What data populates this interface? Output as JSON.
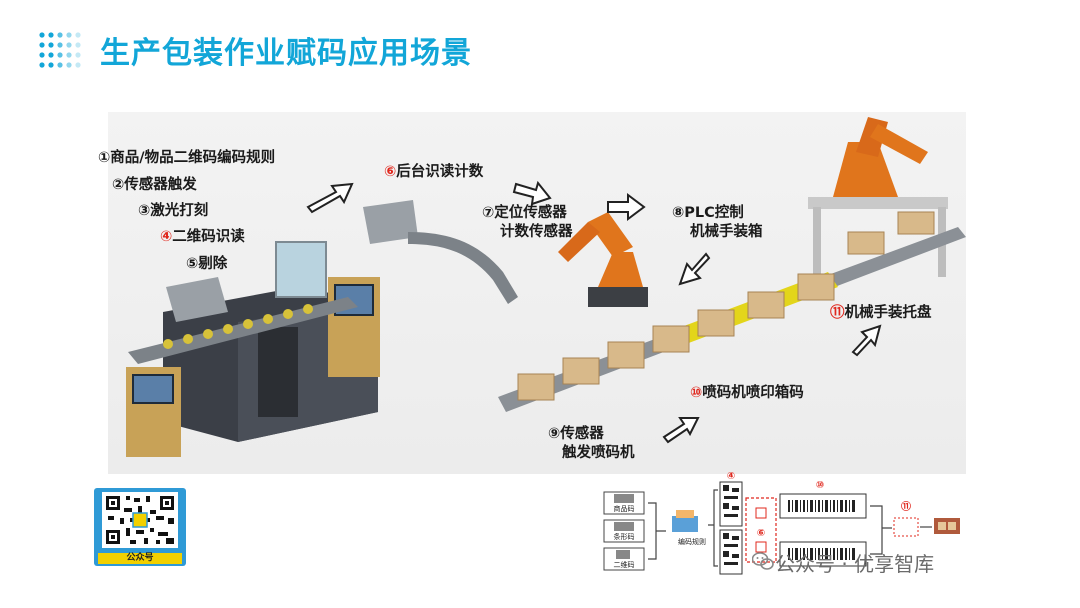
{
  "slide": {
    "title": "生产包装作业赋码应用场景"
  },
  "steps": {
    "s1": "①商品/物品二维码编码规则",
    "s2": "②传感器触发",
    "s3": "③激光打刻",
    "s4_num": "④",
    "s4_text": "二维码识读",
    "s5": "⑤剔除",
    "s6_num": "⑥",
    "s6_text": "后台识读计数",
    "s7_line1": "⑦定位传感器",
    "s7_line2": "计数传感器",
    "s8_line1": "⑧PLC控制",
    "s8_line2": "机械手装箱",
    "s9_line1": "⑨传感器",
    "s9_line2": "触发喷码机",
    "s10_num": "⑩",
    "s10_text": "喷码机喷印箱码",
    "s11_num": "⑪",
    "s11_text": "机械手装托盘"
  },
  "qr": {
    "caption": "公众号"
  },
  "flow": {
    "code_types": [
      "商品码",
      "条形码",
      "二维码"
    ],
    "rule_label": "编码规则",
    "step4": "④",
    "step6": "⑥",
    "step10": "⑩",
    "step11": "⑪"
  },
  "watermark": {
    "text": "公众号 · 优享智库"
  },
  "colors": {
    "title": "#12a6d8",
    "accent_red": "#e0281e",
    "robot_orange": "#e0751c",
    "rail_yellow": "#e3d51a"
  }
}
